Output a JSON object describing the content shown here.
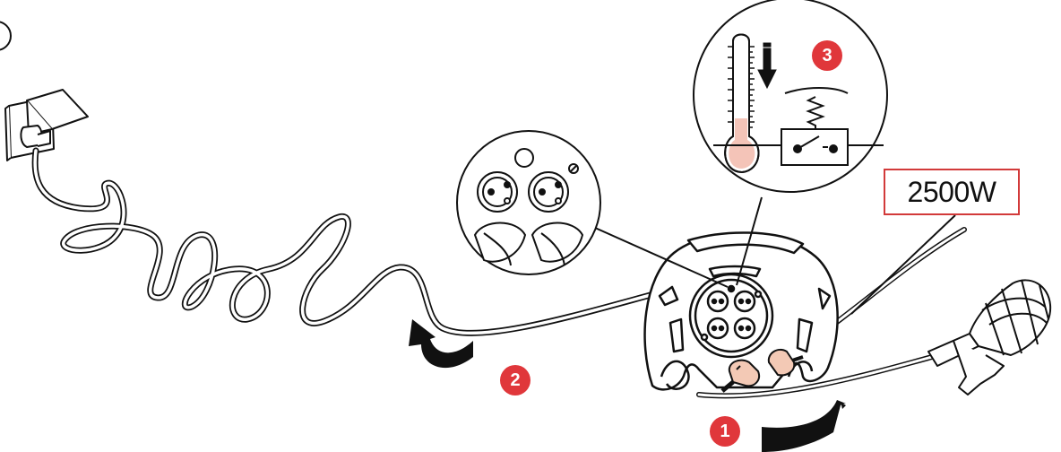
{
  "power_label": "2500W",
  "steps": {
    "one": "1",
    "two": "2",
    "three": "3"
  },
  "colors": {
    "accent_red": "#e0373b",
    "label_border": "#d23a3a",
    "plug_fill": "#f3c9b5",
    "thermo_fill": "#f4c4b8",
    "line": "#111111"
  },
  "icons": [
    "wall-socket-icon",
    "thermometer-icon",
    "thermal-switch-icon",
    "work-lamp-icon",
    "plug-icon",
    "arrow-icon"
  ]
}
